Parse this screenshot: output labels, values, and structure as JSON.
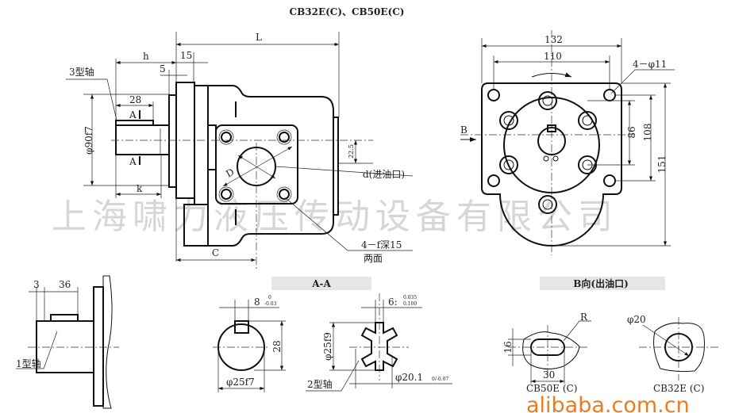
{
  "title": "CB32E(C)、CB50E(C)",
  "side_view": {
    "L": "L",
    "h": "h",
    "d15": "15",
    "d5": "5",
    "shaft3": "3型轴",
    "d28": "28",
    "A1": "A",
    "A2": "A",
    "phi90": "φ90f7",
    "k": "k",
    "C": "C",
    "d22_5": "22.5",
    "D": "D",
    "inlet": "d(进油口)",
    "holes": "4－f深15",
    "both_sides": "两面"
  },
  "front_view": {
    "d132": "132",
    "d110": "110",
    "holes": "4－φ11",
    "B": "B",
    "d86": "86",
    "d108": "108",
    "d151": "151"
  },
  "shaft1": {
    "d3": "3",
    "d36": "36",
    "label": "1型轴"
  },
  "section_aa": {
    "title": "A-A",
    "key_width": "8",
    "key_tol_top": "0",
    "key_tol_bot": "-0.03",
    "d28": "28",
    "phi25f7": "φ25f7",
    "spline_width": "6:",
    "spline_tol_top": "0.035",
    "spline_tol_bot": "0.100",
    "phi25f9": "φ25f9",
    "phi20_1": "φ20.1",
    "phi20_tol": "0/-0.07",
    "shaft2": "2型轴"
  },
  "view_b": {
    "title": "B向(出油口)",
    "R": "R",
    "d16": "16",
    "d30": "30",
    "cb50": "CB50E (C)",
    "phi20": "φ20",
    "cb32": "CB32E (C)"
  },
  "watermark": "上海啸力液压传动设备有限公司",
  "site_watermark": "alibaba.com.cn",
  "colors": {
    "watermark": "#c8c8c8",
    "site": "#f07a1e",
    "label_box": "#e6e6e6"
  }
}
